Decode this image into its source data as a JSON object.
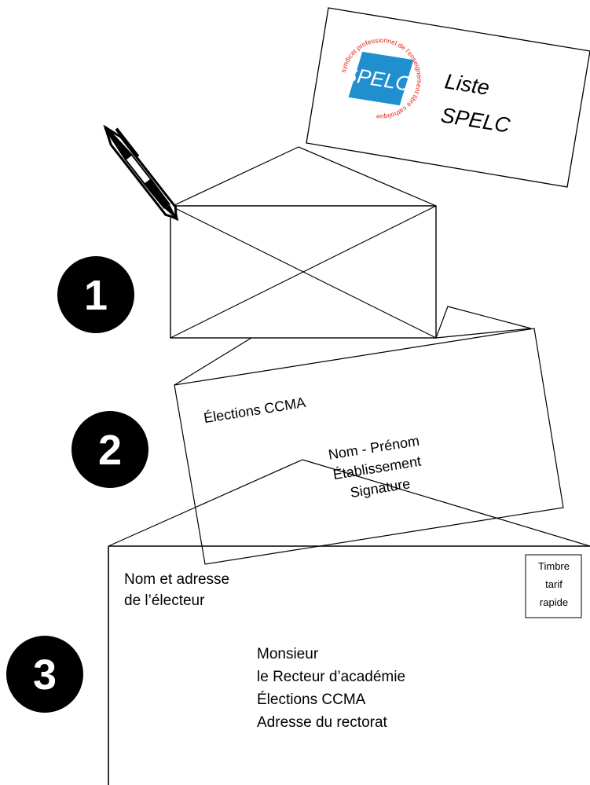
{
  "ballot": {
    "list_label_line1": "Liste",
    "list_label_line2": "SPELC",
    "logo_text": "SPELC",
    "logo_ring_text": "syndicat professionnel de l'enseignement libre catholique"
  },
  "steps": {
    "step1": "1",
    "step2": "2",
    "step3": "3"
  },
  "inner_envelope": {
    "title": "Élections CCMA",
    "line1": "Nom - Prénom",
    "line2": "Établissement",
    "line3": "Signature"
  },
  "outer_envelope": {
    "sender_line1": "Nom et adresse",
    "sender_line2": "de l’électeur",
    "stamp_line1": "Timbre",
    "stamp_line2": "tarif",
    "stamp_line3": "rapide",
    "recipient_line1": "Monsieur",
    "recipient_line2": "le Recteur d’académie",
    "recipient_line3": "Élections CCMA",
    "recipient_line4": "Adresse du rectorat"
  },
  "colors": {
    "logo_blue": "#1f8fd0",
    "logo_red": "#e2231a",
    "circle": "#000000"
  }
}
